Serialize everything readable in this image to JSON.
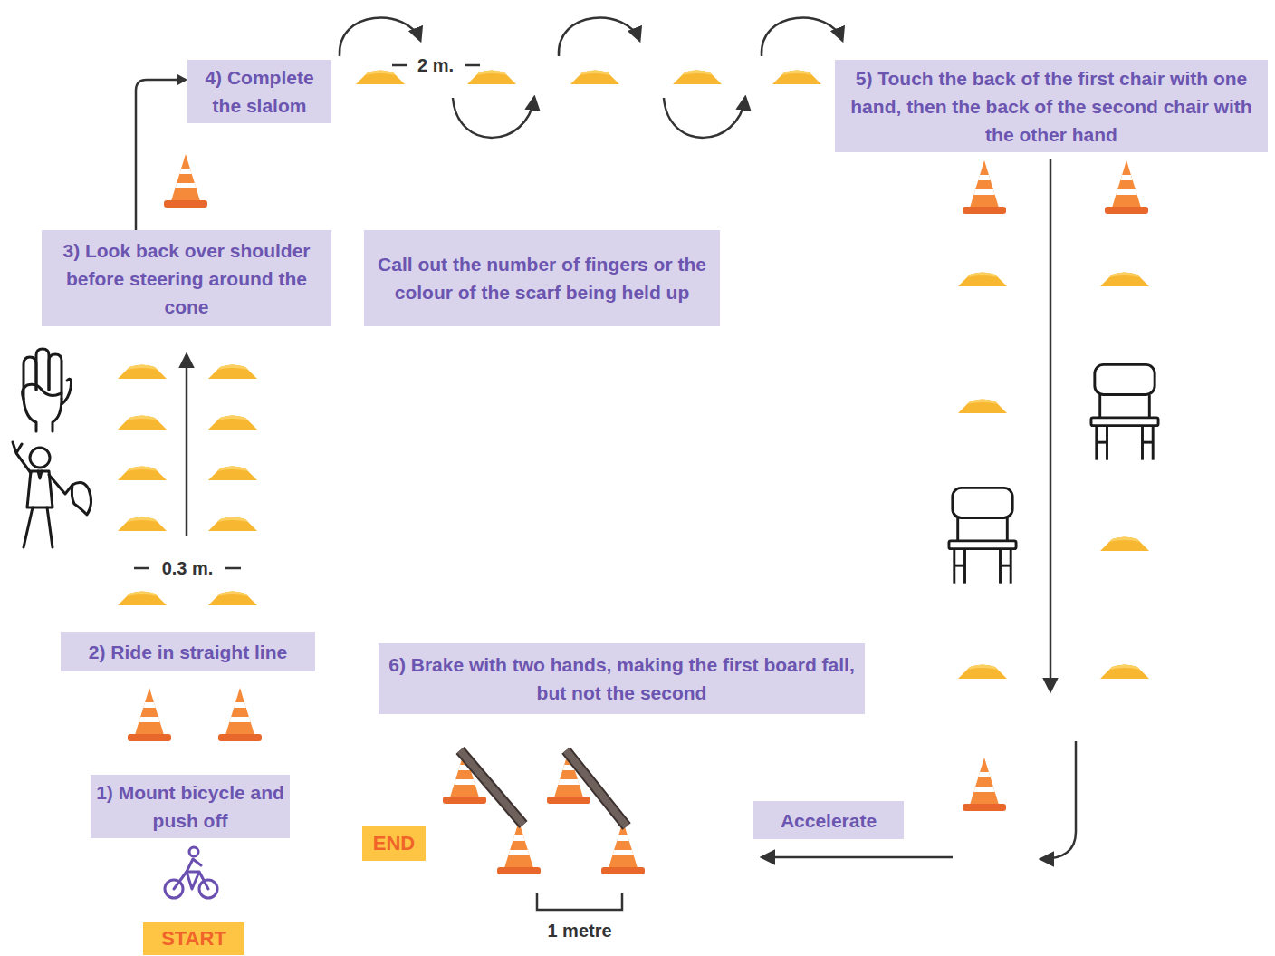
{
  "diagram": {
    "nodes": [
      {
        "text": [
          "START"
        ]
      },
      {
        "text": [
          "1) Mount bicycle and push off"
        ]
      },
      {
        "text": [
          "2) Ride in straight line"
        ]
      },
      {
        "text": [
          "3) Look back over shoulder before steering around the cone"
        ]
      },
      {
        "text": [
          "4) Complete the slalom"
        ]
      },
      {
        "text": [
          "Call out the number of fingers or the colour of the scarf being held up"
        ]
      },
      {
        "text": [
          "5) Touch the back of the first chair with one hand, then the back of the second chair with the other hand"
        ]
      },
      {
        "text": [
          "Accelerate"
        ]
      },
      {
        "text": [
          "6) Brake with two hands, making the first board fall, but not the second"
        ]
      },
      {
        "text": [
          "END"
        ]
      }
    ],
    "edges": [
      {
        "from": 3,
        "to": 4,
        "arrow": "to"
      }
    ],
    "labels": [
      "2 m.",
      "0.3 m.",
      "1 metre"
    ]
  }
}
